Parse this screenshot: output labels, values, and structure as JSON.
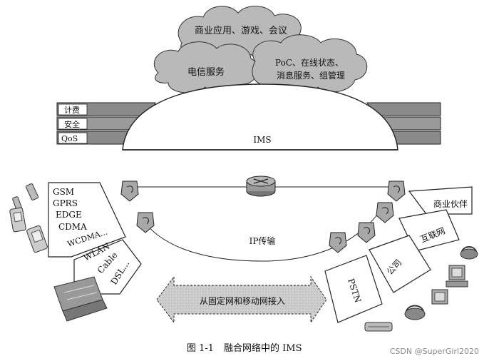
{
  "clouds": {
    "top": "商业应用、游戏、会议",
    "left": "电信服务",
    "right_line1": "PoC、在线状态、",
    "right_line2": "消息服务、组管理"
  },
  "side_bars": [
    "计费",
    "安全",
    "QoS"
  ],
  "ims_label": "IMS",
  "ip_label": "IP传输",
  "access_left_top": [
    "GSM",
    "GPRS",
    "EDGE",
    "CDMA",
    "WCDMA..."
  ],
  "access_left_bottom": [
    "WLAN",
    "Cable",
    "DSL..."
  ],
  "access_right": [
    "商业伙伴",
    "互联网",
    "公司",
    "PSTN"
  ],
  "arrow_label": "从固定网和移动网接入",
  "caption_num": "图 1-1",
  "caption_text": "融合网络中的 IMS",
  "watermark": "CSDN @SuperGirl2020",
  "colors": {
    "cloud": "#b9b9b9",
    "bar": "#8a8a8a",
    "arrow": "#cfcfcf",
    "router": "#9a9a9a"
  },
  "icons": [
    "router-icon",
    "gateway-icon",
    "phone-icon",
    "pda-icon",
    "laptop-icon",
    "computer-icon"
  ]
}
